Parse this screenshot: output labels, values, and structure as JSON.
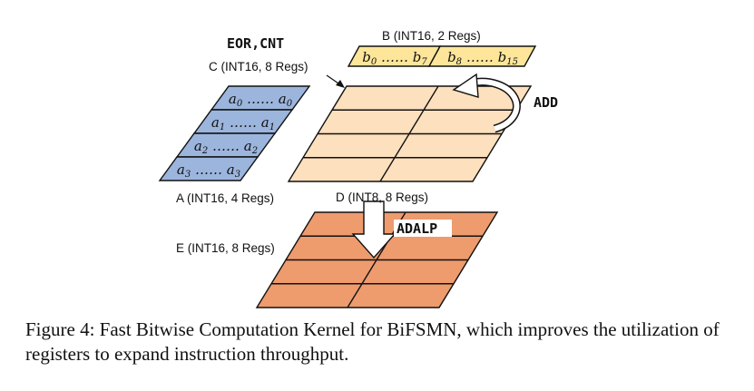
{
  "labels": {
    "eor_cnt": "EOR,CNT",
    "b_regs": "B (INT16, 2 Regs)",
    "c_regs": "C (INT16, 8 Regs)",
    "add": "ADD",
    "a_regs": "A (INT16, 4 Regs)",
    "d_regs": "D (INT8, 8 Regs)",
    "adalp": "ADALP",
    "e_regs": "E (INT16, 8 Regs)"
  },
  "registers_a": [
    {
      "lo_base": "a",
      "lo_sub": "0",
      "dots": " …… ",
      "hi_base": "a",
      "hi_sub": "0"
    },
    {
      "lo_base": "a",
      "lo_sub": "1",
      "dots": " …… ",
      "hi_base": "a",
      "hi_sub": "1"
    },
    {
      "lo_base": "a",
      "lo_sub": "2",
      "dots": " …… ",
      "hi_base": "a",
      "hi_sub": "2"
    },
    {
      "lo_base": "a",
      "lo_sub": "3",
      "dots": " …… ",
      "hi_base": "a",
      "hi_sub": "3"
    }
  ],
  "registers_b": [
    {
      "lo_base": "b",
      "lo_sub": "0",
      "dots": " …… ",
      "hi_base": "b",
      "hi_sub": "7"
    },
    {
      "lo_base": "b",
      "lo_sub": "8",
      "dots": " …… ",
      "hi_base": "b",
      "hi_sub": "15"
    }
  ],
  "colors": {
    "reg_a": "#9bb5dd",
    "reg_b": "#fde59a",
    "reg_c": "#fde0bd",
    "reg_e": "#ee9b6e",
    "stroke": "#111111"
  },
  "caption": "Figure 4: Fast Bitwise Computation Kernel for BiFSMN, which improves the utilization of registers to expand instruction throughput."
}
